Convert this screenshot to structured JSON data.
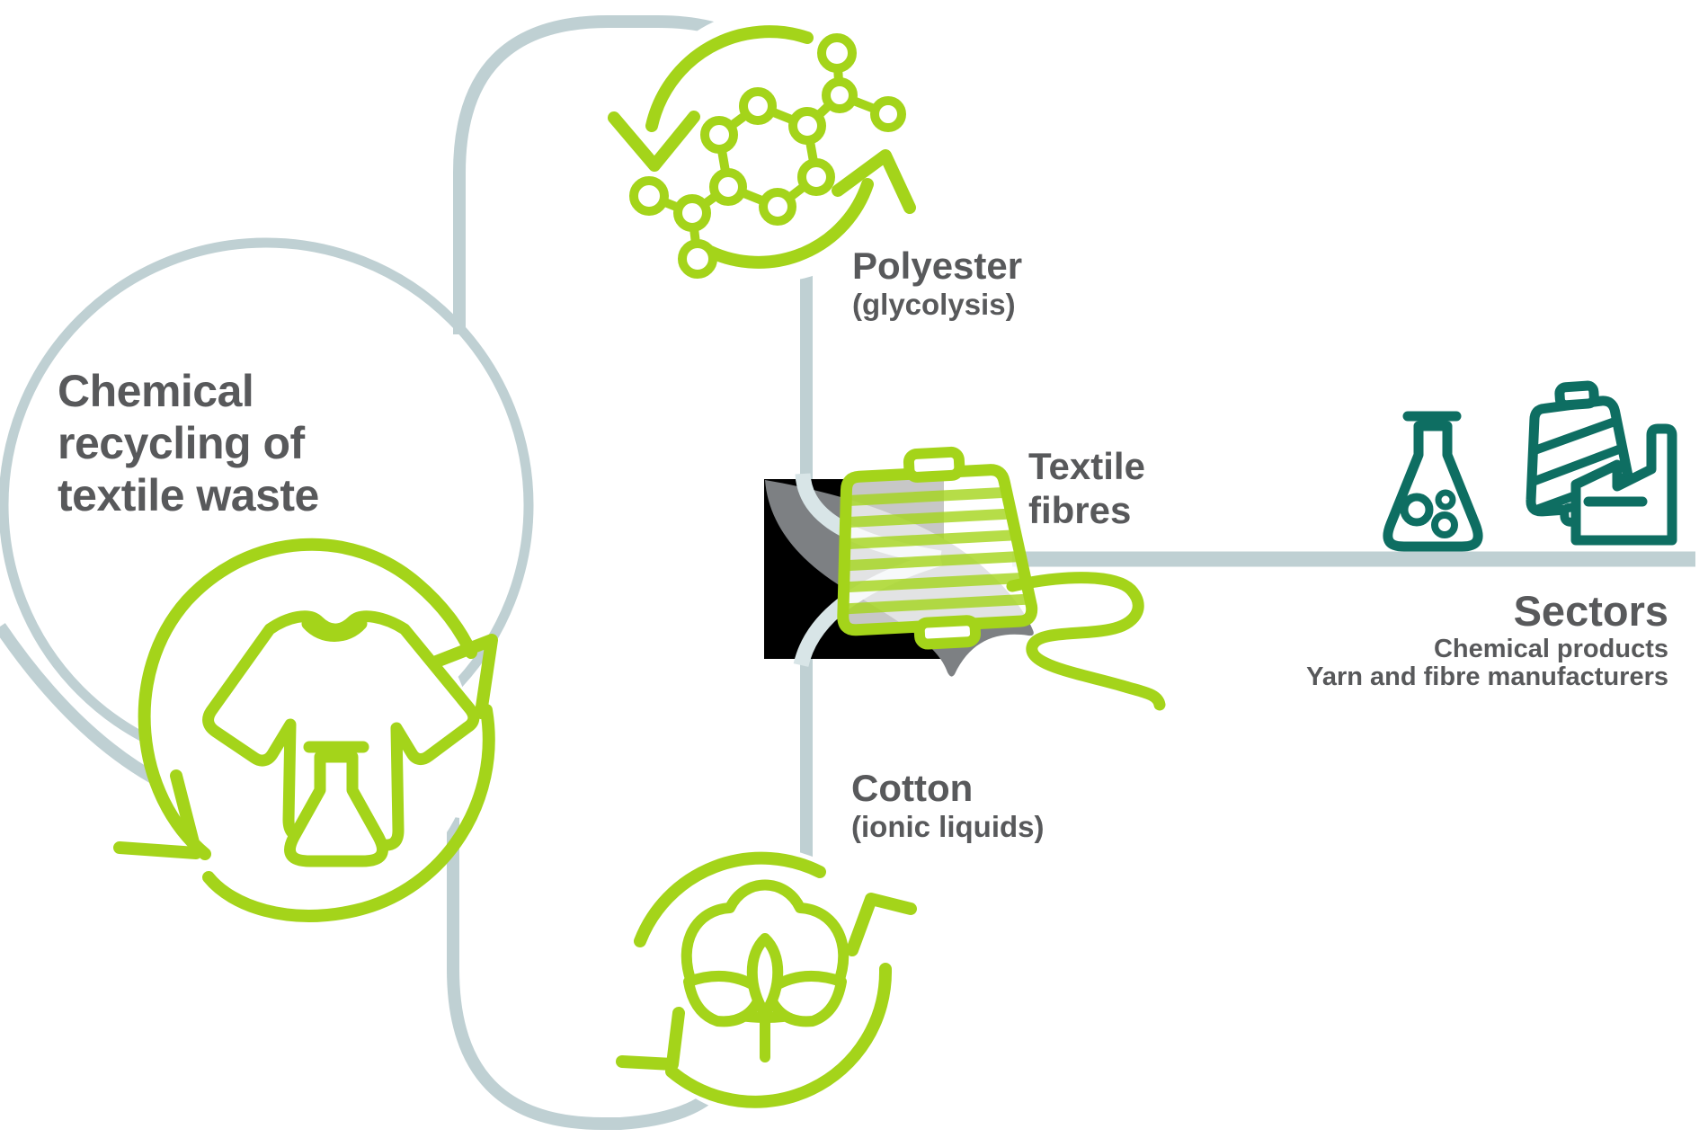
{
  "title": {
    "line1": "Chemical",
    "line2": "recycling of",
    "line3": "textile waste"
  },
  "branches": {
    "polyester": {
      "label": "Polyester",
      "method": "(glycolysis)"
    },
    "cotton": {
      "label": "Cotton",
      "method": "(ionic liquids)"
    },
    "output": {
      "line1": "Textile",
      "line2": "fibres"
    }
  },
  "sectors": {
    "heading": "Sectors",
    "items": [
      "Chemical products",
      "Yarn and fibre manufacturers"
    ]
  },
  "colors": {
    "green": "#a4d41a",
    "teal": "#0e6e62",
    "text_gray": "#58595b",
    "connector_gray": "#bfd0d3",
    "connector_light": "#d8e5e7",
    "leaf_gray": "#7d8083",
    "square_black": "#000000"
  },
  "icons": {
    "left": "tshirt-flask-recycling-icon",
    "top": "polymer-molecule-recycling-icon",
    "center": "yarn-spool-icon",
    "bottom": "cotton-flower-recycling-icon",
    "sector_chemical": "chemical-flask-icon",
    "sector_yarn": "yarn-factory-icon"
  }
}
